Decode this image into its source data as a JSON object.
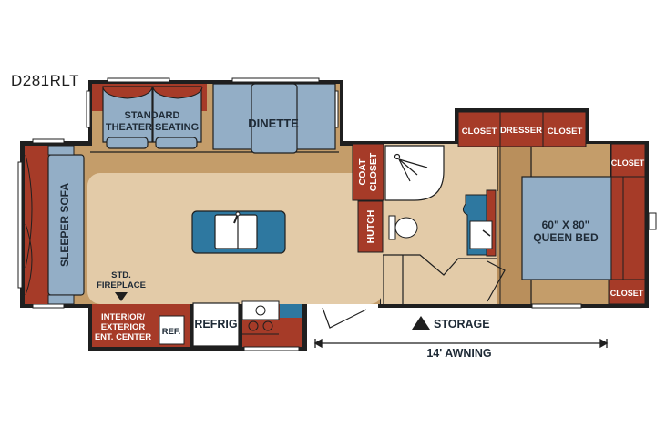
{
  "model": "D281RLT",
  "colors": {
    "wall": "#1f1f1f",
    "floor_light": "#e3cba8",
    "floor_tan": "#c49d6a",
    "floor_mid": "#c9a876",
    "cabinet_red": "#a63b28",
    "upholstery_blue": "#93aec6",
    "accent_teal": "#2e78a0",
    "white": "#ffffff"
  },
  "rooms": {
    "theater": {
      "label_1": "STANDARD",
      "label_2": "THEATER SEATING"
    },
    "dinette": {
      "label": "DINETTE"
    },
    "sofa": {
      "label": "SLEEPER SOFA"
    },
    "fireplace": {
      "label_1": "STD.",
      "label_2": "FIREPLACE"
    },
    "ent_center": {
      "label_1": "INTERIOR/",
      "label_2": "EXTERIOR",
      "label_3": "ENT. CENTER"
    },
    "ref_small": {
      "label": "REF."
    },
    "refrig": {
      "label": "REFRIG"
    },
    "coat_closet": {
      "label_1": "COAT",
      "label_2": "CLOSET"
    },
    "hutch": {
      "label": "HUTCH"
    },
    "closet_top_left": {
      "label": "CLOSET"
    },
    "dresser": {
      "label": "DRESSER"
    },
    "closet_top_right": {
      "label": "CLOSET"
    },
    "closet_right_top": {
      "label": "CLOSET"
    },
    "closet_right_bottom": {
      "label": "CLOSET"
    },
    "bed": {
      "label_1": "60\" X 80\"",
      "label_2": "QUEEN BED"
    }
  },
  "annotations": {
    "storage": "STORAGE",
    "awning": "14' AWNING"
  }
}
